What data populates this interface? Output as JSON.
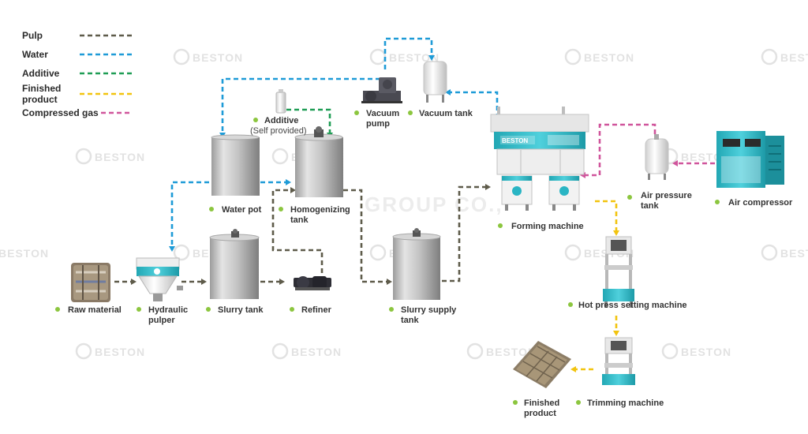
{
  "colors": {
    "pulp": "#5e5b4a",
    "water": "#1e9bd7",
    "additive": "#1f9d55",
    "finished": "#f2c40f",
    "gas": "#d0559c",
    "bullet": "#8cc63f",
    "accent": "#2ab5c4"
  },
  "legend": [
    {
      "label": "Pulp",
      "color": "#5e5b4a"
    },
    {
      "label": "Water",
      "color": "#1e9bd7"
    },
    {
      "label": "Additive",
      "color": "#1f9d55"
    },
    {
      "label": "Finished product",
      "line1": "Finished",
      "line2": "product",
      "color": "#f2c40f"
    },
    {
      "label": "Compressed gas",
      "color": "#d0559c"
    }
  ],
  "watermark": {
    "brand": "BESTON",
    "center_text": "GROUP CO.,"
  },
  "nodes": {
    "raw_material": "Raw material",
    "hydraulic_pulper": {
      "line1": "Hydraulic",
      "line2": "pulper"
    },
    "slurry_tank": "Slurry tank",
    "refiner": "Refiner",
    "slurry_supply_tank": {
      "line1": "Slurry supply",
      "line2": "tank"
    },
    "water_pot": "Water pot",
    "homogenizing_tank": {
      "line1": "Homogenizing",
      "line2": "tank"
    },
    "additive": {
      "line1": "Additive",
      "line2": "(Self provided)"
    },
    "vacuum_pump": {
      "line1": "Vacuum",
      "line2": "pump"
    },
    "vacuum_tank": "Vacuum tank",
    "forming_machine": "Forming machine",
    "air_pressure_tank": {
      "line1": "Air pressure",
      "line2": "tank"
    },
    "air_compressor": "Air compressor",
    "hot_press": "Hot press setting machine",
    "trimming_machine": "Trimming machine",
    "finished_product": {
      "line1": "Finished",
      "line2": "product"
    }
  },
  "machine_brand": "BESTON"
}
